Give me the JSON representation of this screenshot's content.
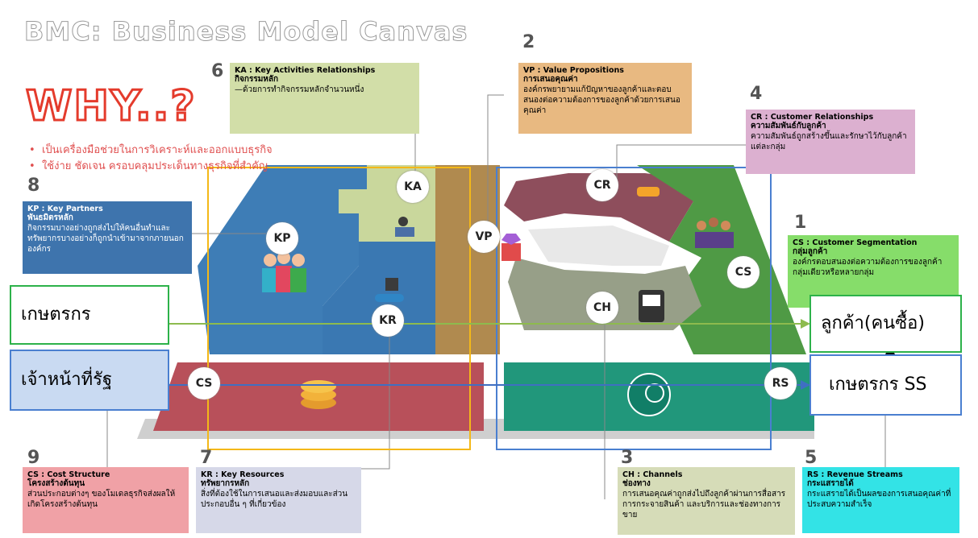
{
  "title": "BMC: Business Model Canvas",
  "why": {
    "heading": "WHY..?",
    "bullets": [
      "เป็นเครื่องมือช่วยในการวิเคราะห์และออกแบบธุรกิจ",
      "ใช้ง่าย ชัดเจน ครอบคลุมประเด็นทางธุรกิจที่สำคัญ"
    ]
  },
  "blocks": {
    "ka": {
      "num": "6",
      "code": "KA",
      "head": "KA : Key Activities Relationships",
      "thai": "กิจกรรมหลัก",
      "desc": "—ด้วยการทำกิจกรรมหลักจำนวนหนึ่ง"
    },
    "vp": {
      "num": "2",
      "code": "VP",
      "head": "VP : Value Propositions",
      "thai": "การเสนอคุณค่า",
      "desc": "องค์กรพยายามแก้ปัญหาของลูกค้าและตอบสนองต่อความต้องการของลูกค้าด้วยการเสนอคุณค่า"
    },
    "cr": {
      "num": "4",
      "code": "CR",
      "head": "CR : Customer Relationships",
      "thai": "ความสัมพันธ์กับลูกค้า",
      "desc": "ความสัมพันธ์ถูกสร้างขึ้นและรักษาไว้กับลูกค้าแต่ละกลุ่ม"
    },
    "kp": {
      "num": "8",
      "code": "KP",
      "head": "KP : Key Partners",
      "thai": "พันธมิตรหลัก",
      "desc": "กิจกรรมบางอย่างถูกส่งไปให้คนอื่นทำและทรัพยากรบางอย่างก็ถูกนำเข้ามาจากภายนอกองค์กร"
    },
    "cs": {
      "num": "1",
      "code": "CS",
      "head": "CS : Customer Segmentation",
      "thai": "กลุ่มลูกค้า",
      "desc": "องค์กรตอบสนองต่อความต้องการของลูกค้ากลุ่มเดียวหรือหลายกลุ่ม"
    },
    "cost": {
      "num": "9",
      "code": "CS",
      "head": "CS : Cost Structure",
      "thai": "โครงสร้างต้นทุน",
      "desc": "ส่วนประกอบต่างๆ ของโมเดลธุรกิจส่งผลให้เกิดโครงสร้างต้นทุน"
    },
    "kr": {
      "num": "7",
      "code": "KR",
      "head": "KR : Key Resources",
      "thai": "ทรัพยากรหลัก",
      "desc": "สิ่งที่ต้องใช้ในการเสนอและส่งมอบและส่วนประกอบอื่น ๆ ที่เกี่ยวข้อง"
    },
    "ch": {
      "num": "3",
      "code": "CH",
      "head": "CH : Channels",
      "thai": "ช่องทาง",
      "desc": "การเสนอคุณค่าถูกส่งไปถึงลูกค้าผ่านการสื่อสาร การกระจายสินค้า และบริการและช่องทางการขาย"
    },
    "rs": {
      "num": "5",
      "code": "RS",
      "head": "RS : Revenue Streams",
      "thai": "กระแสรายได้",
      "desc": "กระแสรายได้เป็นผลของการเสนอคุณค่าที่ประสบความสำเร็จ"
    }
  },
  "overlays": {
    "farmer": "เกษตรกร",
    "officer": "เจ้าหน้าที่รัฐ",
    "customer": "ลูกค้า(คนซื้อ)",
    "farmer_ss": "เกษตรกร SS"
  },
  "colors": {
    "kp": "#3a7bb4",
    "ka": "#c8d6a0",
    "vp": "#b0884d",
    "cr": "#8e4e5c",
    "cs": "#4f9a45",
    "ch": "#979f88",
    "cost": "#b8505a",
    "rs": "#20967a",
    "kr": "#3a7bb4",
    "yellow_frame": "#f4b818",
    "blue_frame": "#4a7fd0",
    "green_frame": "#2db24a"
  }
}
